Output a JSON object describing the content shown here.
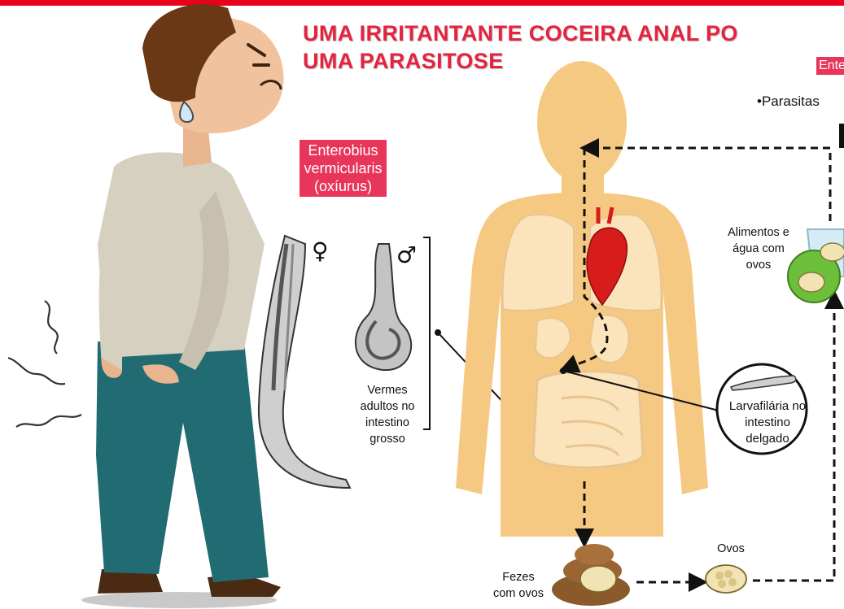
{
  "title": {
    "line1": "UMA IRRITANTANTE COCEIRA ANAL PO",
    "line2": "UMA PARASITOSE"
  },
  "tag_ente": "Ente",
  "parasitas_text": "•Parasitas",
  "species": {
    "line1": "Enterobius",
    "line2": "vermicularis",
    "line3": "(oxíurus)"
  },
  "symbols": {
    "female": "♀",
    "male": "♂"
  },
  "labels": {
    "vermes": [
      "Vermes",
      "adultos no",
      "intestino",
      "grosso"
    ],
    "alimentos": [
      "Alimentos e",
      "água com",
      "ovos"
    ],
    "larva": [
      "Larvafilária no",
      "intestino",
      "delgado"
    ],
    "ovos": "Ovos",
    "fezes": [
      "Fezes",
      "com ovos"
    ]
  },
  "colors": {
    "title_red": "#e5233f",
    "tag_pink": "#e8355a",
    "body_tan": "#f6c983",
    "heart_red": "#d81b1b"
  }
}
